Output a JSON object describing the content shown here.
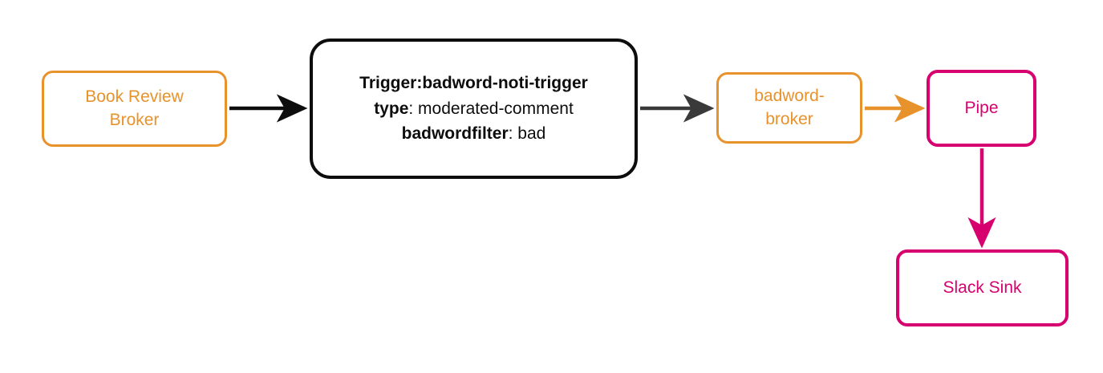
{
  "diagram": {
    "type": "event-flow",
    "background_color": "#ffffff",
    "palette": {
      "broker_orange": "#e8922b",
      "sink_crimson": "#d6006e",
      "trigger_black": "#0d0d0d",
      "edge_black": "#0d0d0d",
      "edge_charcoal": "#3a3a3a"
    },
    "nodes": [
      {
        "id": "book-review-broker",
        "label": "Book Review\nBroker",
        "shape": "rounded-rect",
        "color": "#e8922b"
      },
      {
        "id": "trigger",
        "label": "Trigger: badword-noti-trigger",
        "shape": "rounded-rect",
        "color": "#0d0d0d",
        "lines": [
          {
            "key": "Trigger:",
            "value": "badword-noti-trigger",
            "all_bold": true
          },
          {
            "key": "type",
            "value": ": moderated-comment",
            "all_bold": false
          },
          {
            "key": "badwordfilter",
            "value": ": bad",
            "all_bold": false
          }
        ]
      },
      {
        "id": "badword-broker",
        "label": "badword-\nbroker",
        "shape": "rounded-rect",
        "color": "#e8922b"
      },
      {
        "id": "pipe",
        "label": "Pipe",
        "shape": "rounded-rect",
        "color": "#d6006e"
      },
      {
        "id": "slack-sink",
        "label": "Slack Sink",
        "shape": "rounded-rect",
        "color": "#d6006e"
      }
    ],
    "edges": [
      {
        "id": "edge-broker-to-trigger",
        "from": "book-review-broker",
        "to": "trigger",
        "color": "#0d0d0d",
        "direction": "right"
      },
      {
        "id": "edge-trigger-to-badword-broker",
        "from": "trigger",
        "to": "badword-broker",
        "color": "#3a3a3a",
        "direction": "right"
      },
      {
        "id": "edge-badword-broker-to-pipe",
        "from": "badword-broker",
        "to": "pipe",
        "color": "#e8922b",
        "direction": "right"
      },
      {
        "id": "edge-pipe-to-slack-sink",
        "from": "pipe",
        "to": "slack-sink",
        "color": "#d6006e",
        "direction": "down"
      }
    ]
  }
}
